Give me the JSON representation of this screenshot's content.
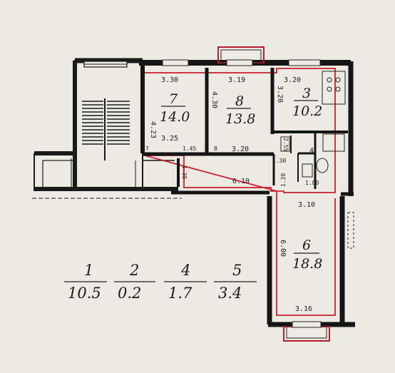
{
  "plan": {
    "rooms": [
      {
        "number": "7",
        "area": "14.0"
      },
      {
        "number": "8",
        "area": "13.8"
      },
      {
        "number": "3",
        "area": "10.2"
      },
      {
        "number": "6",
        "area": "18.8"
      }
    ],
    "room4_label": "4",
    "dimensions": {
      "r7_top": "3.30",
      "r7_side": "4.23",
      "r7_bottom": "3.25",
      "r8_top": "3.19",
      "r8_side": "4.30",
      "r8_bottom": "3.20",
      "r3_top": "3.20",
      "r3_side": "3.20",
      "corridor": "6.10",
      "corridor_side": "1.35",
      "r6_top": "3.10",
      "r6_side": "6.00",
      "r6_bottom": "3.16",
      "bath": "1.20",
      "wc": "1.30",
      "hall_small": "1.80",
      "small_a": "2.55",
      "small_b": "1.45",
      "mark_7": "7",
      "mark_8": "8"
    },
    "legend": [
      {
        "number": "1",
        "area": "10.5"
      },
      {
        "number": "2",
        "area": "0.2"
      },
      {
        "number": "4",
        "area": "1.7"
      },
      {
        "number": "5",
        "area": "3.4"
      }
    ]
  }
}
